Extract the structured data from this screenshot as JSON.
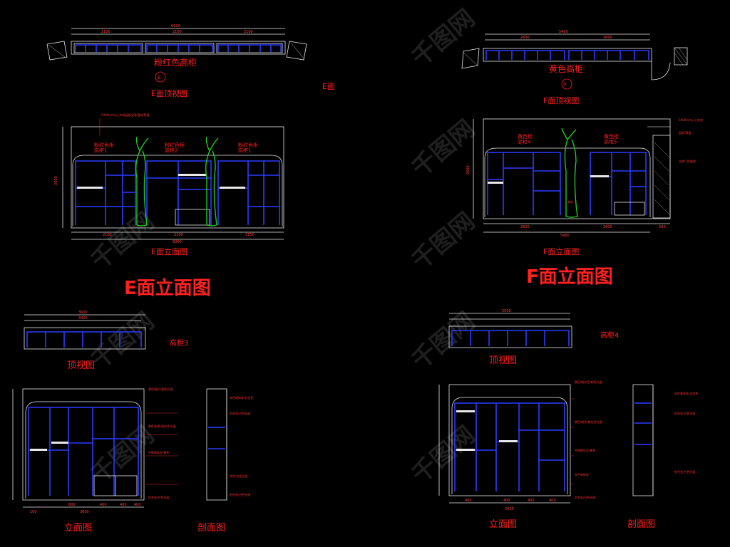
{
  "watermark": "千图网",
  "left": {
    "top_plan": {
      "name": "粉红色高柜",
      "caption": "E面顶视图",
      "dims_top": [
        "6900"
      ],
      "dims_sub": [
        "2100",
        "2100",
        "2100"
      ]
    },
    "marker": "E面",
    "elevation": {
      "caption": "E面立面图",
      "cabinet_labels": [
        "粉红色柜\n高柜1",
        "粉红色柜\n高柜2",
        "粉红色柜\n高柜1"
      ],
      "dims_bottom": [
        "2100",
        "2100",
        "2150"
      ],
      "dim_total": "6900"
    },
    "big_title": "E面立面图",
    "sub_plan": {
      "name": "高柜3",
      "caption": "顶视图",
      "dims": [
        "3400",
        "3600"
      ]
    },
    "sub_elev": {
      "caption": "立面图",
      "section_caption": "剖面图",
      "dims_bottom": [
        "100",
        "600",
        "400",
        "400",
        "400"
      ],
      "dim_total": "3600"
    }
  },
  "right": {
    "top_plan": {
      "name": "黄色高柜",
      "caption": "F面顶视图",
      "dims_top": [
        "5400"
      ],
      "dims_sub": [
        "2600",
        "2600"
      ]
    },
    "elevation": {
      "caption": "F面立面图",
      "cabinet_labels": [
        "黄色柜\n高柜4",
        "黄色柜\n高柜5"
      ],
      "dims_bottom": [
        "2600",
        "2600",
        "500"
      ],
      "dim_total": "5400"
    },
    "big_title": "F面立面图",
    "sub_plan": {
      "name": "高柜4",
      "caption": "顶视图",
      "dims": [
        "2500"
      ]
    },
    "sub_elev": {
      "caption": "立面图",
      "section_caption": "剖面图",
      "dims_bottom": [
        "400",
        "400",
        "400",
        "400"
      ],
      "dim_total": "2600"
    }
  },
  "colors": {
    "background": "#000000",
    "lines": "#e8e8e8",
    "shelves": "#2a3cff",
    "tree": "#22c822",
    "labels": "#ff1a1a"
  }
}
